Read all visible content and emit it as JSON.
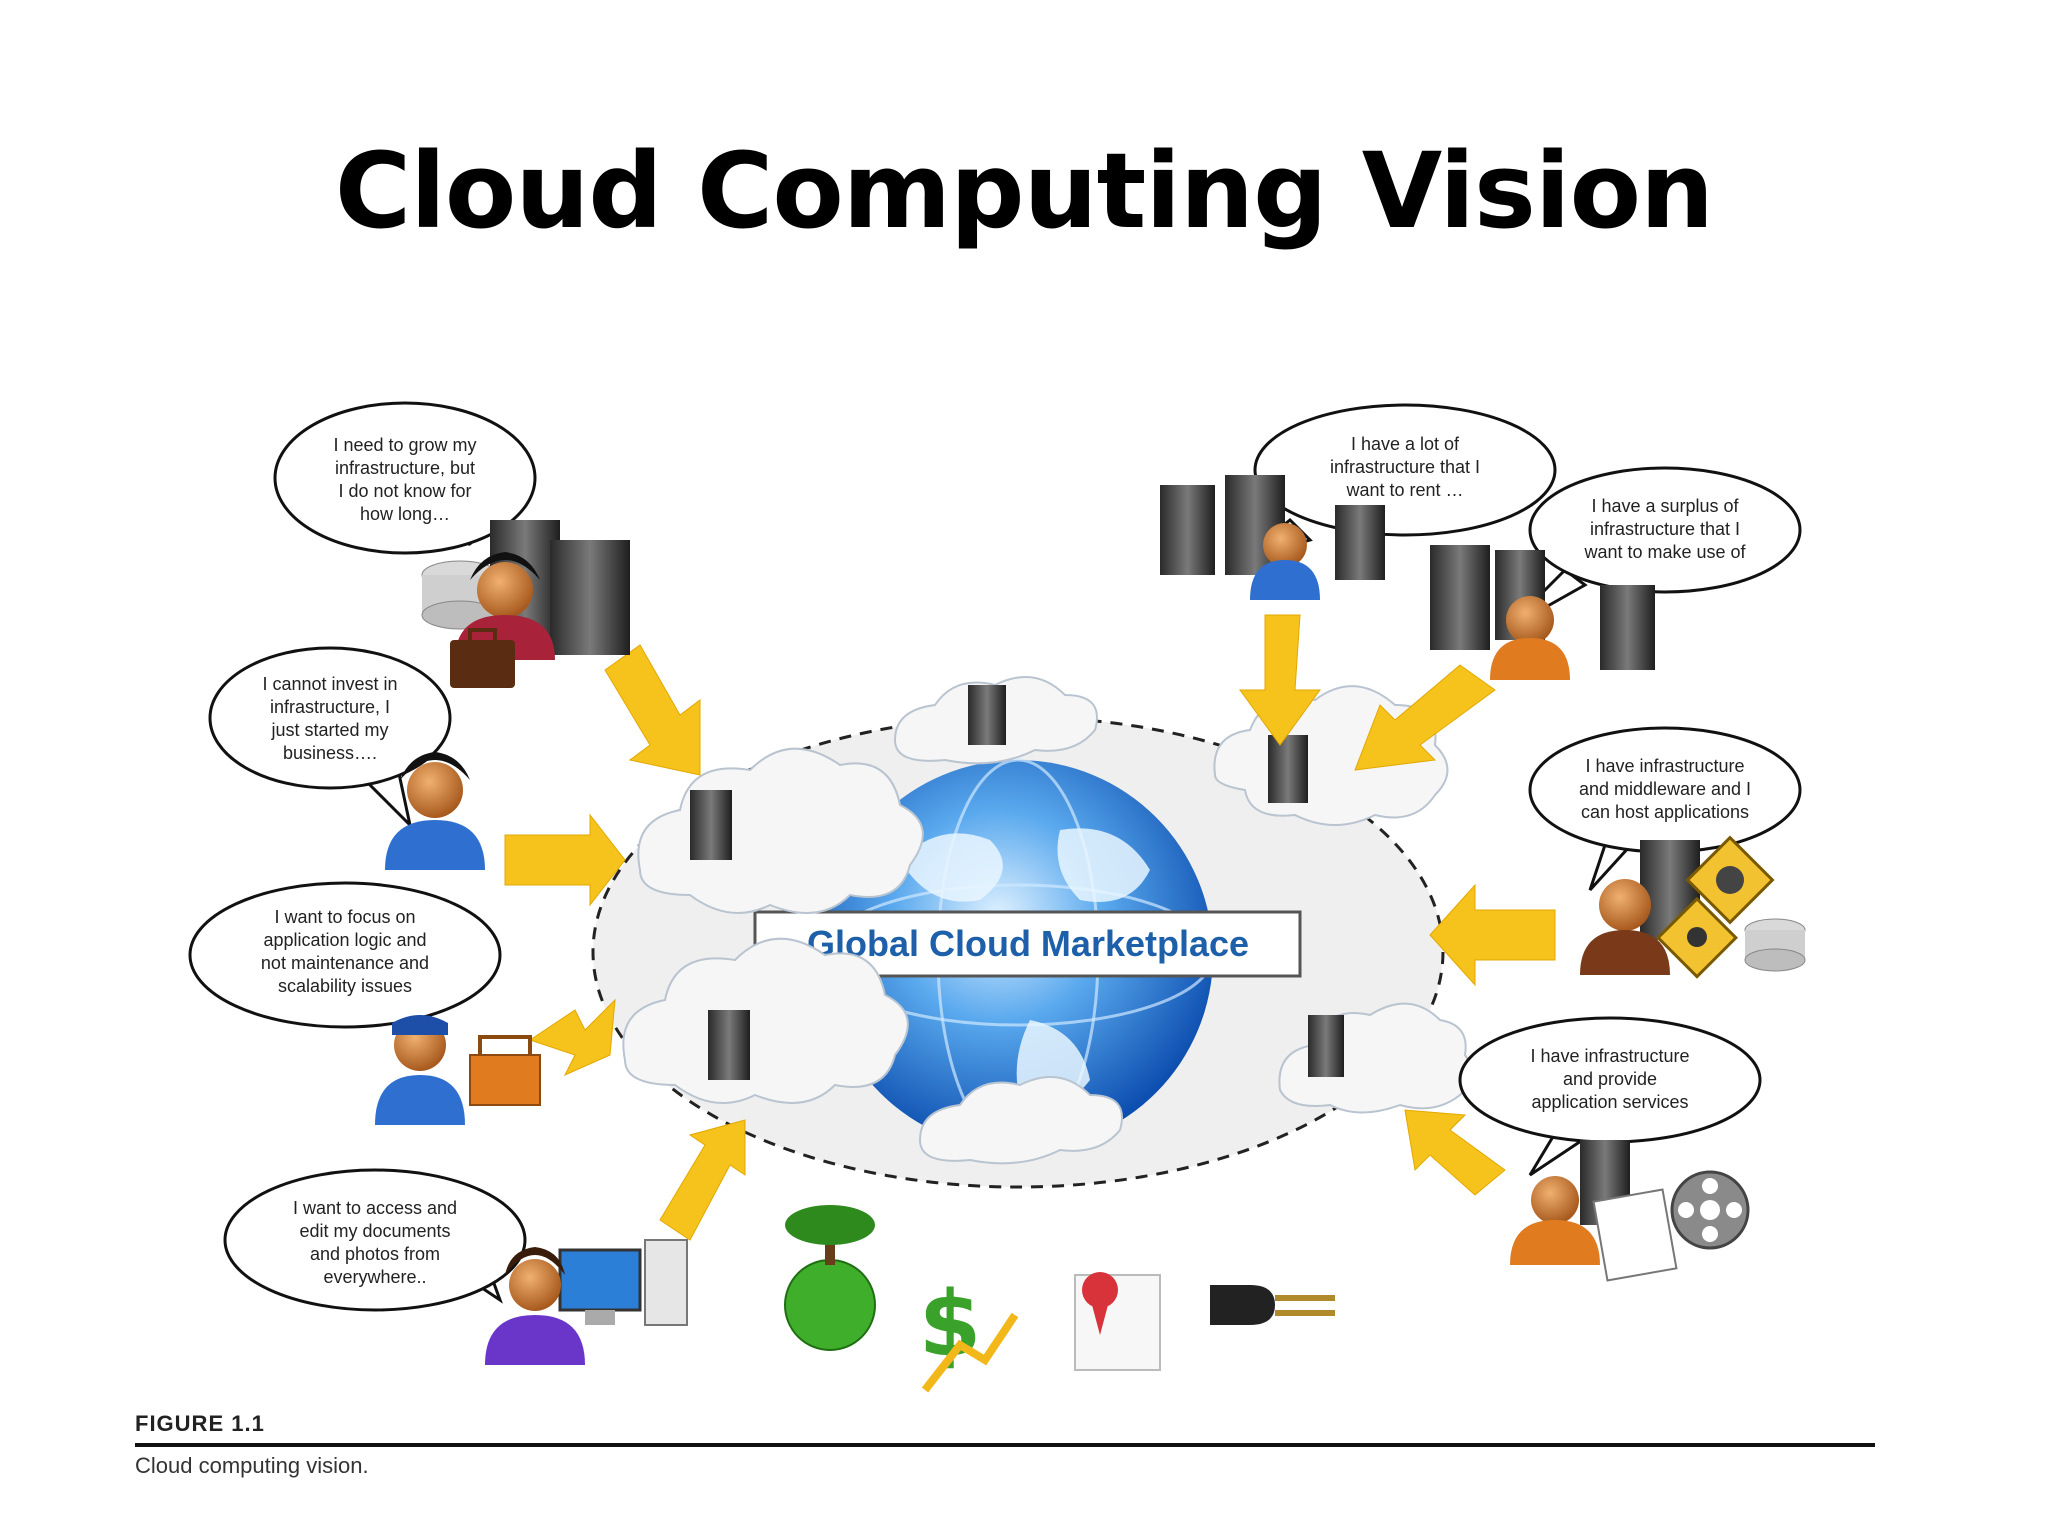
{
  "slide": {
    "title": "Cloud Computing Vision"
  },
  "center_label": "Global Cloud Marketplace",
  "bubbles": {
    "b1": [
      "I need to grow my",
      "infrastructure, but",
      "I do not know for",
      "how long…"
    ],
    "b2": [
      "I cannot invest in",
      "infrastructure, I",
      "just started my",
      "business…."
    ],
    "b3": [
      "I want to focus on",
      "application logic and",
      "not maintenance and",
      "scalability issues"
    ],
    "b4": [
      "I want to access and",
      "edit my documents",
      "and photos from",
      "everywhere.."
    ],
    "b5": [
      "I have a lot of",
      "infrastructure that I",
      "want to rent …"
    ],
    "b6": [
      "I have a surplus of",
      "infrastructure that I",
      "want to make use of"
    ],
    "b7": [
      "I have infrastructure",
      "and middleware and I",
      "can host applications"
    ],
    "b8": [
      "I have infrastructure",
      "and provide",
      "application services"
    ]
  },
  "figure": {
    "label": "FIGURE 1.1",
    "caption": "Cloud computing vision."
  },
  "colors": {
    "arrow": "#f6c21c",
    "globe": "#2b7fd6",
    "label_border": "#555555",
    "label_text": "#1d5fa8"
  }
}
